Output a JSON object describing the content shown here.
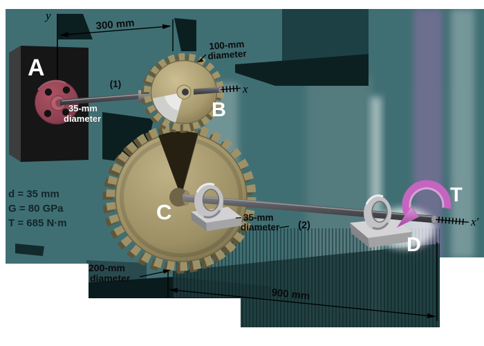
{
  "figure": {
    "kind": "gear-and-shaft torsion assembly diagram"
  },
  "labels": {
    "support": "A",
    "gear_small": "B",
    "gear_large": "C",
    "shaft_end": "D",
    "torque": "T",
    "shaft1": "(1)",
    "shaft2": "(2)"
  },
  "axes": {
    "y": "y",
    "x": "x",
    "x_prime": "x′"
  },
  "dimensions": {
    "span_ab": "300 mm",
    "span_cd": "900 mm",
    "shaft1_diameter": [
      "35-mm",
      "diameter"
    ],
    "shaft2_diameter": [
      "35-mm",
      "diameter"
    ],
    "gear_b_diameter": [
      "100-mm",
      "diameter"
    ],
    "gear_c_diameter": [
      "200-mm",
      "diameter"
    ]
  },
  "given": {
    "line1": "d  =  35 mm",
    "line2": "G  =  80 GPa",
    "line3": "T  =  685 N·m"
  },
  "colors": {
    "scene_background": "#406f73",
    "shadow": "#0b1e20",
    "wall": "#161616",
    "flange": "#97475a",
    "gear": "#b0a376",
    "shaft": "#55555a",
    "bearing": "#c3c3c6",
    "torque_arrow": "#c465bf",
    "white_label": "#ffffff",
    "black_label": "#0a0a0a"
  }
}
